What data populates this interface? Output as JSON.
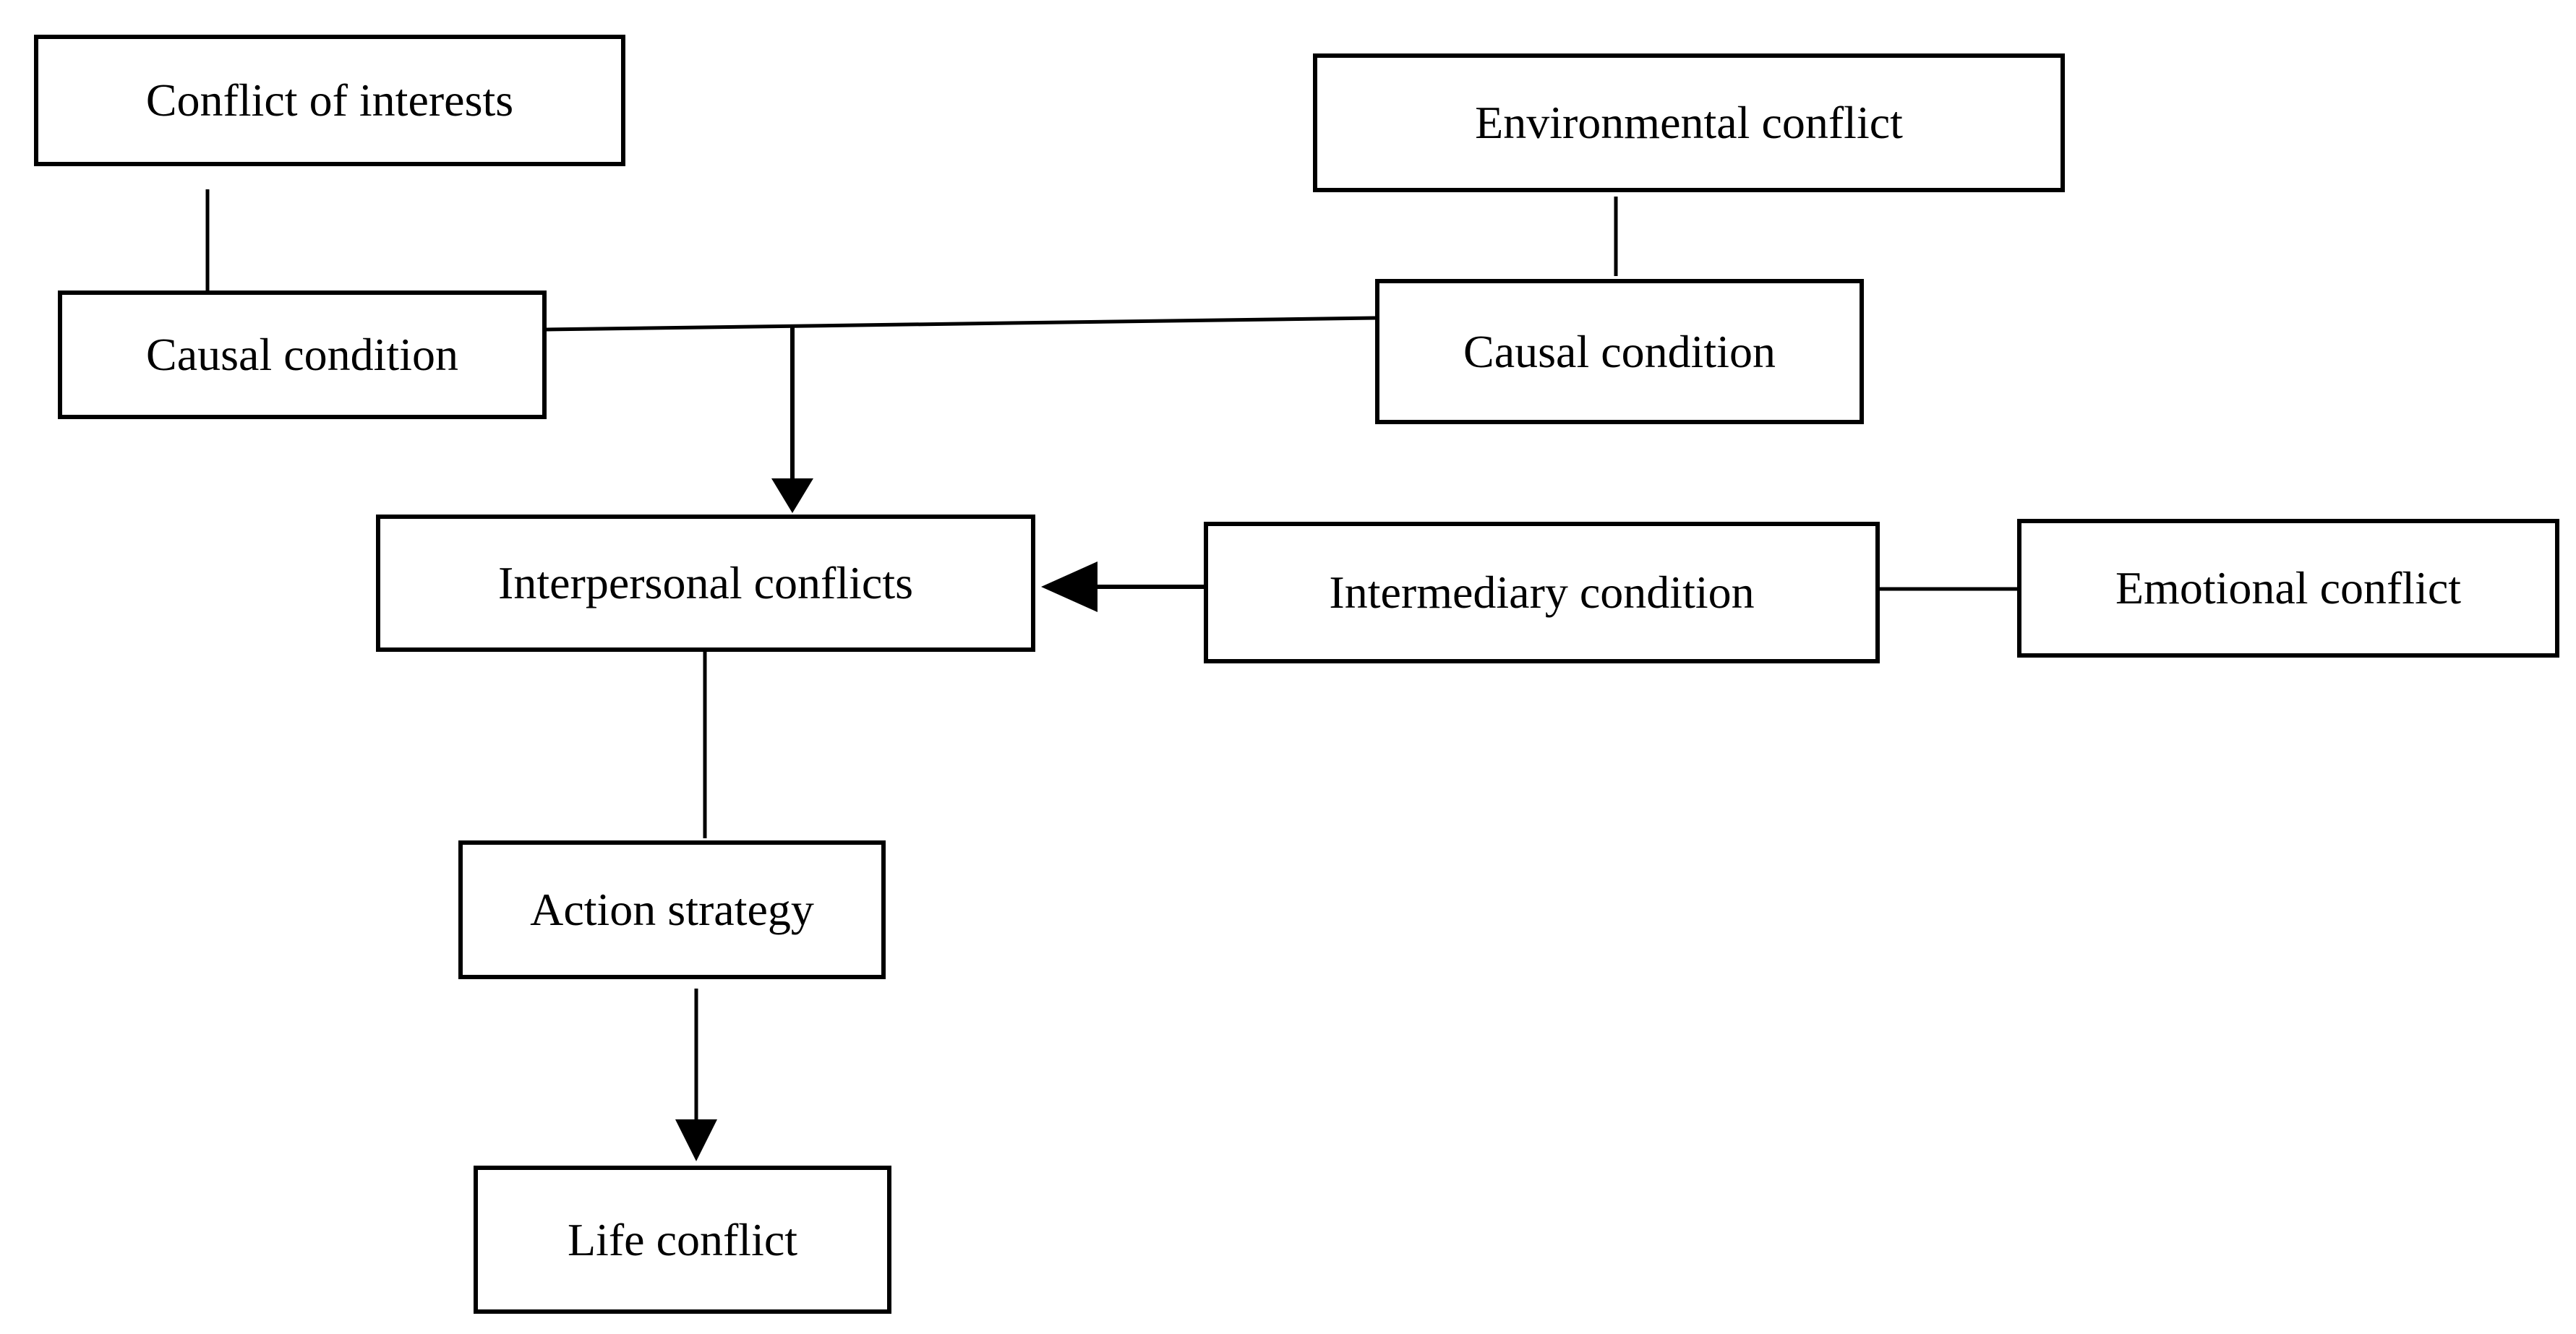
{
  "diagram": {
    "colors": {
      "background": "#ffffff",
      "line": "#000000",
      "text": "#000000"
    },
    "nodes": {
      "conflict_of_interests": {
        "label": "Conflict of interests"
      },
      "environmental_conflict": {
        "label": "Environmental conflict"
      },
      "causal_condition_left": {
        "label": "Causal condition"
      },
      "causal_condition_right": {
        "label": "Causal condition"
      },
      "interpersonal_conflicts": {
        "label": "Interpersonal conflicts"
      },
      "intermediary_condition": {
        "label": "Intermediary condition"
      },
      "emotional_conflict": {
        "label": "Emotional conflict"
      },
      "action_strategy": {
        "label": "Action strategy"
      },
      "life_conflict": {
        "label": "Life conflict"
      }
    }
  }
}
